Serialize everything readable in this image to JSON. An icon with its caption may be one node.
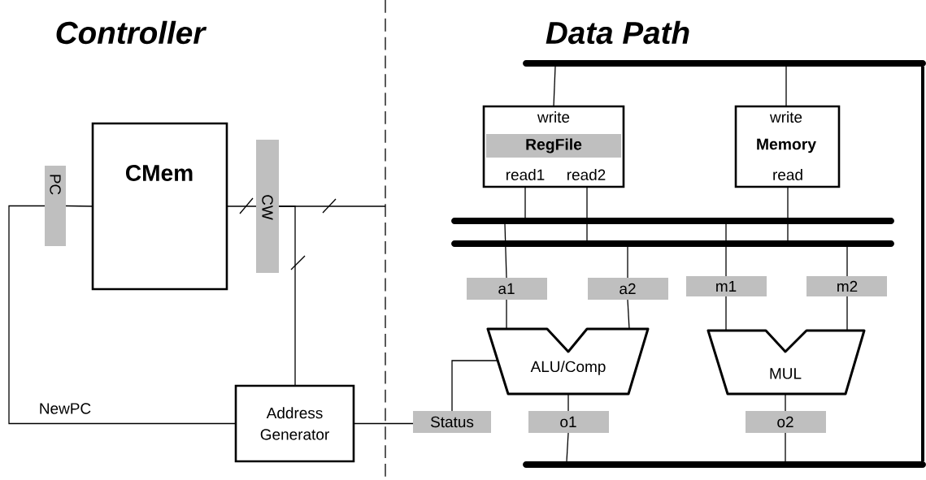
{
  "diagram": {
    "nodes": [
      {
        "text": [
          "PC"
        ]
      },
      {
        "text": [
          "CMem"
        ]
      },
      {
        "text": [
          "CW"
        ]
      },
      {
        "text": [
          "Address Generator"
        ]
      },
      {
        "text": [],
        "shape": "bar"
      },
      {
        "text": [
          "write",
          "RegFile",
          "read1",
          "read2"
        ]
      },
      {
        "text": [
          "write",
          "Memory",
          "read"
        ]
      },
      {
        "text": [],
        "shape": "bar"
      },
      {
        "text": [],
        "shape": "bar"
      },
      {
        "text": [
          "a1"
        ]
      },
      {
        "text": [
          "a2"
        ]
      },
      {
        "text": [
          "m1"
        ]
      },
      {
        "text": [
          "m2"
        ]
      },
      {
        "text": [
          "ALU/Comp"
        ]
      },
      {
        "text": [
          "MUL"
        ]
      },
      {
        "text": [
          "Status"
        ]
      },
      {
        "text": [
          "o1"
        ]
      },
      {
        "text": [
          "o2"
        ]
      },
      {
        "text": [],
        "shape": "bar"
      }
    ],
    "edges": [
      {
        "from": 0,
        "to": 1,
        "arrow": "none"
      },
      {
        "from": 1,
        "to": 2,
        "arrow": "none"
      },
      {
        "from": 2,
        "to": null,
        "arrow": "none"
      },
      {
        "from": 2,
        "to": 3,
        "arrow": "none"
      },
      {
        "from": 3,
        "to": 0,
        "arrow": "none",
        "label": "NewPC"
      },
      {
        "from": 3,
        "to": 15,
        "arrow": "none"
      },
      {
        "from": 15,
        "to": 13,
        "arrow": "none"
      },
      {
        "from": 4,
        "to": 5,
        "arrow": "none"
      },
      {
        "from": 4,
        "to": 6,
        "arrow": "none"
      },
      {
        "from": 5,
        "to": 7,
        "arrow": "none"
      },
      {
        "from": 5,
        "to": 8,
        "arrow": "none"
      },
      {
        "from": 6,
        "to": 8,
        "arrow": "none"
      },
      {
        "from": 7,
        "to": 9,
        "arrow": "none"
      },
      {
        "from": 8,
        "to": 10,
        "arrow": "none"
      },
      {
        "from": 7,
        "to": 11,
        "arrow": "none"
      },
      {
        "from": 8,
        "to": 12,
        "arrow": "none"
      },
      {
        "from": 9,
        "to": 13,
        "arrow": "none"
      },
      {
        "from": 10,
        "to": 13,
        "arrow": "none"
      },
      {
        "from": 11,
        "to": 14,
        "arrow": "none"
      },
      {
        "from": 12,
        "to": 14,
        "arrow": "none"
      },
      {
        "from": 13,
        "to": 16,
        "arrow": "none"
      },
      {
        "from": 16,
        "to": 18,
        "arrow": "none"
      },
      {
        "from": 14,
        "to": 17,
        "arrow": "none"
      },
      {
        "from": 17,
        "to": 18,
        "arrow": "none"
      },
      {
        "from": 4,
        "to": 18,
        "arrow": "none",
        "style": "thick"
      }
    ],
    "labels": [
      "Controller",
      "Data Path"
    ]
  }
}
